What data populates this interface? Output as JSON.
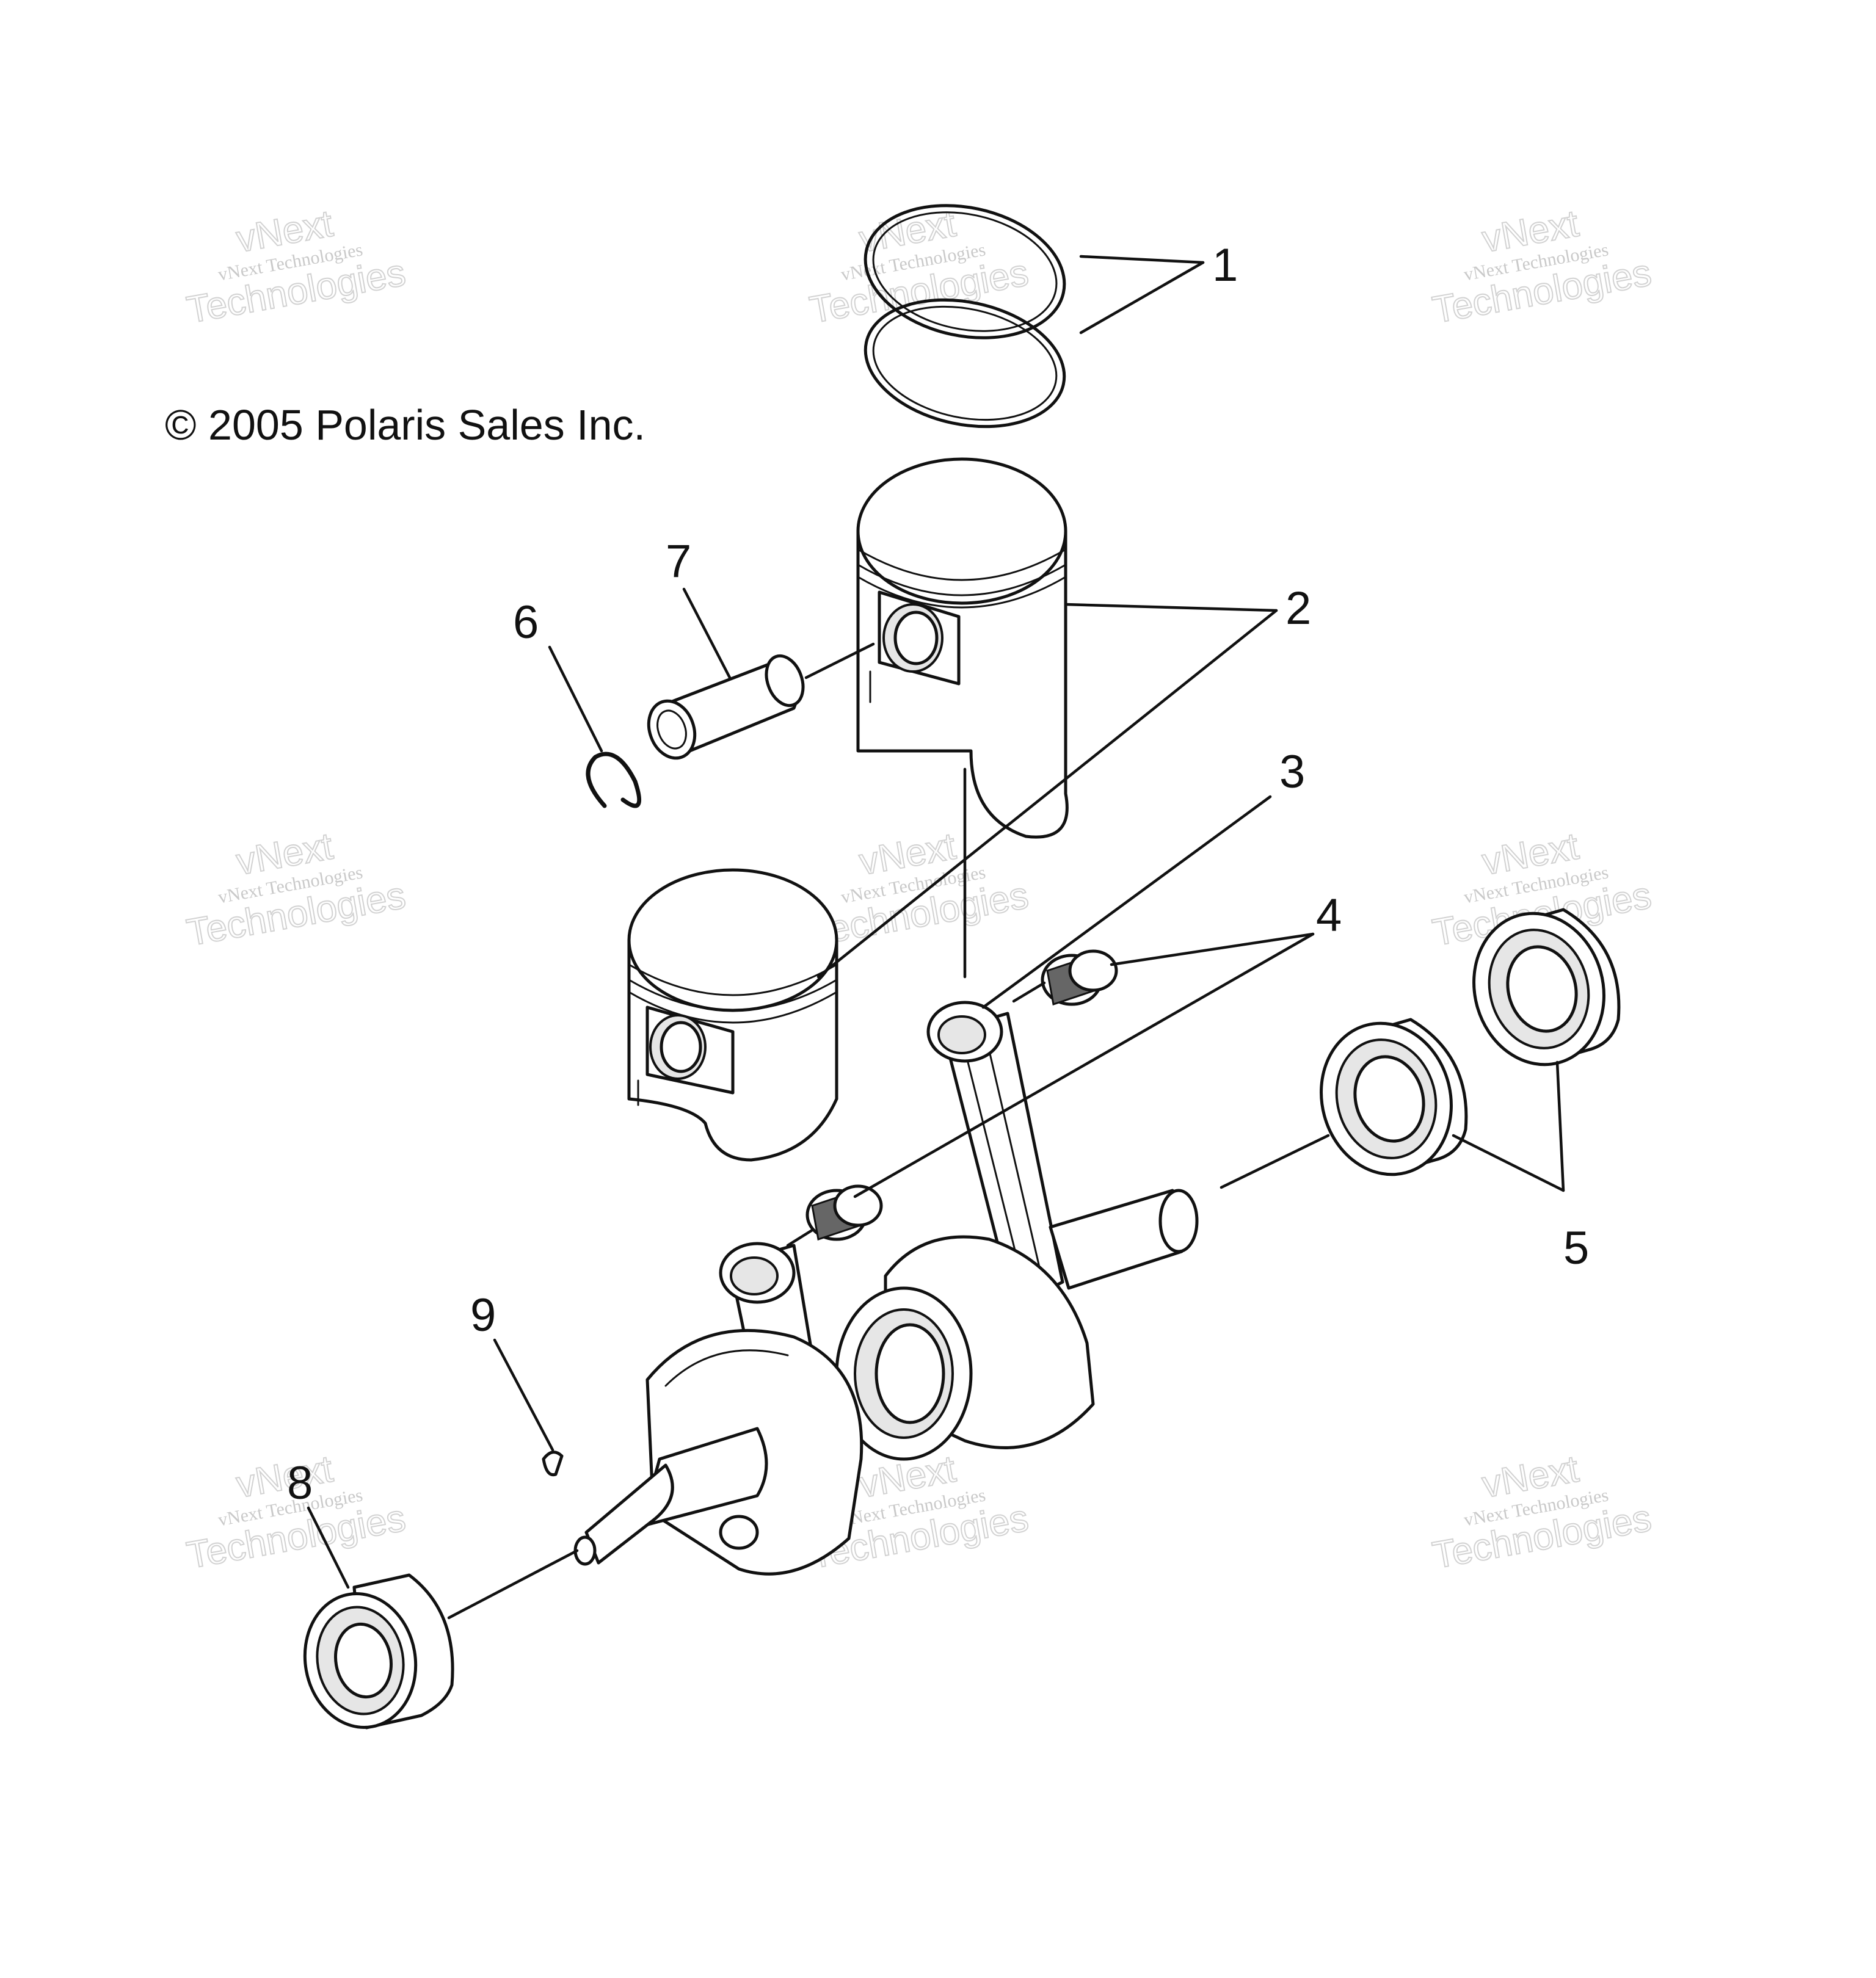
{
  "copyright": "© 2005 Polaris Sales Inc.",
  "watermark": {
    "line1": "vNext Technologies",
    "line2": "Technologies",
    "line3": "vNext"
  },
  "callouts": [
    {
      "number": "1",
      "part": "piston-rings"
    },
    {
      "number": "2",
      "part": "pistons"
    },
    {
      "number": "3",
      "part": "connecting-rod"
    },
    {
      "number": "4",
      "part": "needle-bearings"
    },
    {
      "number": "5",
      "part": "main-bearings"
    },
    {
      "number": "6",
      "part": "circlip"
    },
    {
      "number": "7",
      "part": "piston-pin"
    },
    {
      "number": "8",
      "part": "end-bearing"
    },
    {
      "number": "9",
      "part": "woodruff-key"
    }
  ]
}
